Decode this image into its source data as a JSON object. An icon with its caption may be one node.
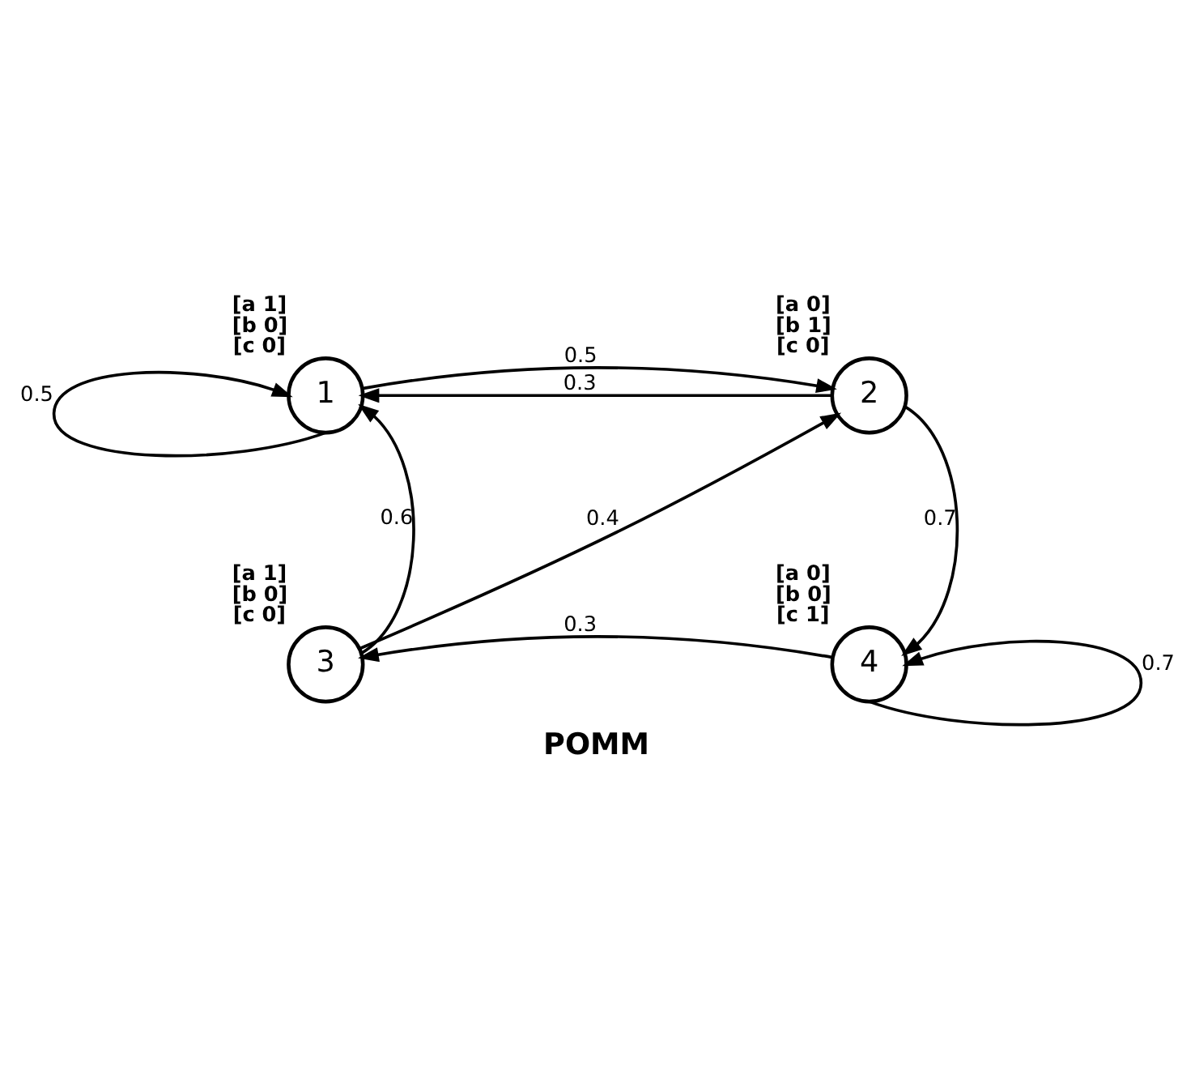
{
  "diagram": {
    "title": "POMM",
    "nodes": [
      {
        "text": [
          "1"
        ],
        "beside": [
          "[a 1] [b 0] [c 0]"
        ]
      },
      {
        "text": [
          "2"
        ],
        "beside": [
          "[a 0] [b 1] [c 0]"
        ]
      },
      {
        "text": [
          "3"
        ],
        "beside": [
          "[a 1] [b 0] [c 0]"
        ]
      },
      {
        "text": [
          "4"
        ],
        "beside": [
          "[a 0] [b 0] [c 1]"
        ]
      }
    ],
    "edges": [
      {
        "from": 0,
        "to": 0,
        "label": "0.5",
        "arrow": "to"
      },
      {
        "from": 1,
        "to": 0,
        "label": "0.3",
        "arrow": "to"
      },
      {
        "from": 0,
        "to": 1,
        "label": "0.5",
        "arrow": "to"
      },
      {
        "from": 1,
        "to": 3,
        "label": "0.7",
        "arrow": "to"
      },
      {
        "from": 2,
        "to": 0,
        "label": "0.6",
        "arrow": "to"
      },
      {
        "from": 2,
        "to": 1,
        "label": "0.4",
        "arrow": "to"
      },
      {
        "from": 3,
        "to": 2,
        "label": "0.3",
        "arrow": "to"
      },
      {
        "from": 3,
        "to": 3,
        "label": "0.7",
        "arrow": "to"
      }
    ]
  }
}
